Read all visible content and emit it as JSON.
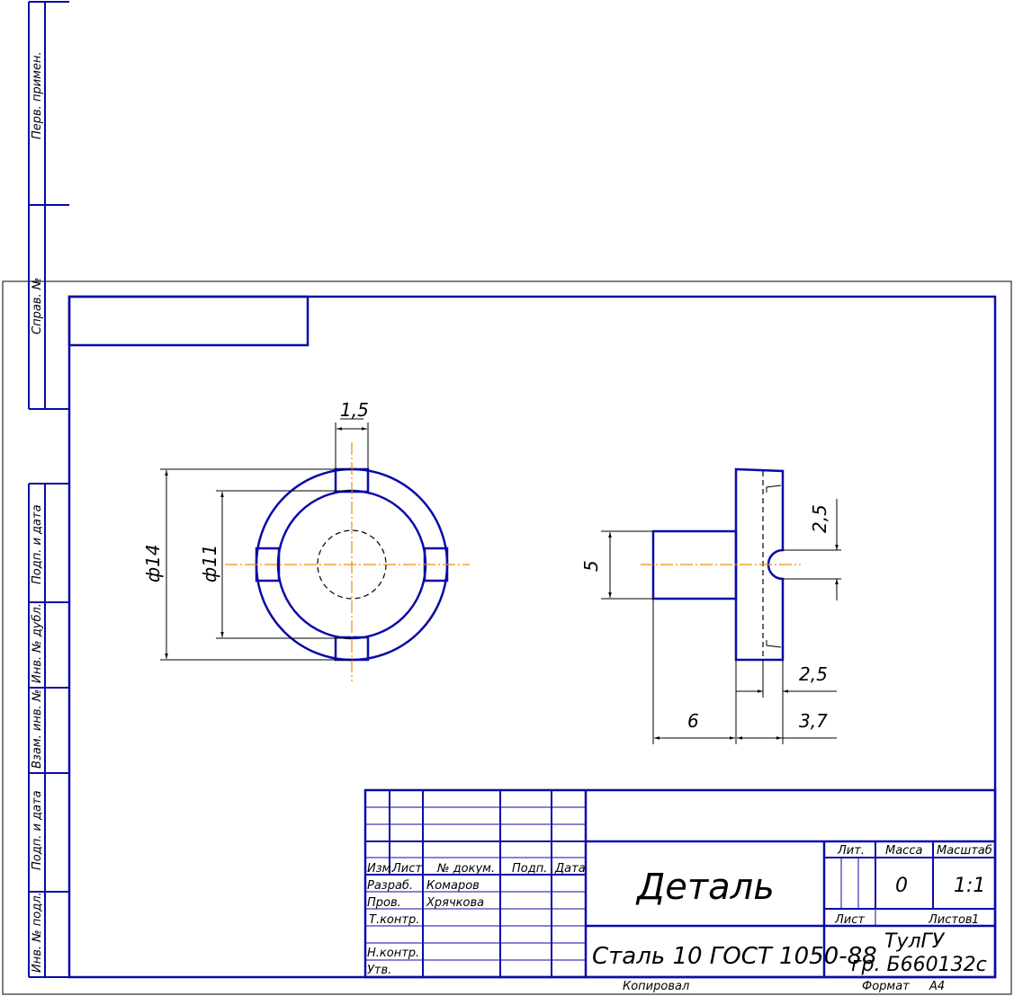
{
  "side_labels": {
    "perv_primen": "Перв. примен.",
    "sprav_no": "Справ. №",
    "podp_data_1": "Подп. и дата",
    "inv_dubl": "Инв. № дубл.",
    "vzam_inv": "Взам. инв. №",
    "podp_data_2": "Подп. и дата",
    "inv_podl": "Инв. № подл."
  },
  "dimensions": {
    "slot_width": "1,5",
    "outer_diameter": "ф14",
    "inner_diameter": "ф11",
    "shaft_diameter": "5",
    "groove_width": "2,5",
    "flange_offset": "2,5",
    "shaft_length": "6",
    "flange_thickness": "3,7"
  },
  "title_block": {
    "headers": {
      "izm": "Изм.",
      "list": "Лист",
      "no_dokum": "№ докум.",
      "podp": "Подп.",
      "data": "Дата"
    },
    "rows": [
      {
        "role": "Разраб.",
        "name": "Комаров"
      },
      {
        "role": "Пров.",
        "name": "Хрячкова"
      },
      {
        "role": "Т.контр.",
        "name": ""
      },
      {
        "role": "Н.контр.",
        "name": ""
      },
      {
        "role": "Утв.",
        "name": ""
      }
    ],
    "name": "Деталь",
    "material": "Сталь 10  ГОСТ 1050-88",
    "lit_label": "Лит.",
    "massa_label": "Масса",
    "masshtab_label": "Масштаб",
    "massa_value": "0",
    "masshtab_value": "1:1",
    "sheet_label": "Лист",
    "sheets_label": "Листов",
    "sheets_value": "1",
    "org_line1": "ТулГУ",
    "org_line2": "гр. Б660132с"
  },
  "footer": {
    "copied": "Копировал",
    "format_label": "Формат",
    "format_value": "А4"
  }
}
